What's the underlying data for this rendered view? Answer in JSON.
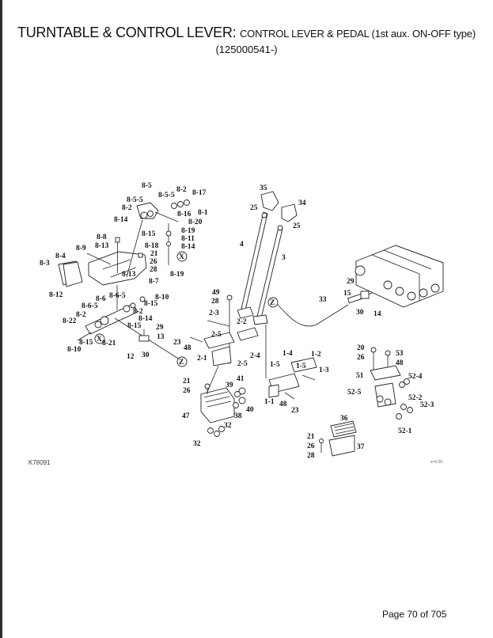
{
  "header": {
    "title_main": "TURNTABLE & CONTROL LEVER: ",
    "title_sub": "CONTROL LEVER & PEDAL (1st aux. ON-OFF type)",
    "serial_range": "(125000541-)"
  },
  "diagram": {
    "figure_code": "K78091",
    "scale_note": "s=1/10",
    "callouts": {
      "x_marker": "X",
      "z_marker": "Z"
    },
    "labels": [
      {
        "id": "8-5",
        "text": "8-5"
      },
      {
        "id": "8-5-5a",
        "text": "8-5-5"
      },
      {
        "id": "8-2a",
        "text": "8-2"
      },
      {
        "id": "8-17",
        "text": "8-17"
      },
      {
        "id": "8-5-5b",
        "text": "8-5-5"
      },
      {
        "id": "8-2b",
        "text": "8-2"
      },
      {
        "id": "8-1",
        "text": "8-1"
      },
      {
        "id": "8-16",
        "text": "8-16"
      },
      {
        "id": "8-14a",
        "text": "8-14"
      },
      {
        "id": "8-20",
        "text": "8-20"
      },
      {
        "id": "8-15a",
        "text": "8-15"
      },
      {
        "id": "8-19a",
        "text": "8-19"
      },
      {
        "id": "8-11",
        "text": "8-11"
      },
      {
        "id": "8-8",
        "text": "8-8"
      },
      {
        "id": "8-18",
        "text": "8-18"
      },
      {
        "id": "8-14b",
        "text": "8-14"
      },
      {
        "id": "8-13a",
        "text": "8-13"
      },
      {
        "id": "8-9",
        "text": "8-9"
      },
      {
        "id": "8-4",
        "text": "8-4"
      },
      {
        "id": "21a",
        "text": "21"
      },
      {
        "id": "26a",
        "text": "26"
      },
      {
        "id": "8-3",
        "text": "8-3"
      },
      {
        "id": "28a",
        "text": "28"
      },
      {
        "id": "8-13b",
        "text": "8-13"
      },
      {
        "id": "8-19b",
        "text": "8-19"
      },
      {
        "id": "8-7",
        "text": "8-7"
      },
      {
        "id": "8-12",
        "text": "8-12"
      },
      {
        "id": "8-6-5a",
        "text": "8-6-5"
      },
      {
        "id": "8-6",
        "text": "8-6"
      },
      {
        "id": "8-10a",
        "text": "8-10"
      },
      {
        "id": "8-6-5b",
        "text": "8-6-5"
      },
      {
        "id": "8-15b",
        "text": "8-15"
      },
      {
        "id": "8-2c",
        "text": "8-2"
      },
      {
        "id": "8-22",
        "text": "8-22"
      },
      {
        "id": "8-2d",
        "text": "8-2"
      },
      {
        "id": "8-14c",
        "text": "8-14"
      },
      {
        "id": "8-15c",
        "text": "8-15"
      },
      {
        "id": "29a",
        "text": "29"
      },
      {
        "id": "13",
        "text": "13"
      },
      {
        "id": "8-15d",
        "text": "8-15"
      },
      {
        "id": "8-21",
        "text": "8-21"
      },
      {
        "id": "8-10b",
        "text": "8-10"
      },
      {
        "id": "12",
        "text": "12"
      },
      {
        "id": "30a",
        "text": "30"
      },
      {
        "id": "35",
        "text": "35"
      },
      {
        "id": "34",
        "text": "34"
      },
      {
        "id": "25a",
        "text": "25"
      },
      {
        "id": "25b",
        "text": "25"
      },
      {
        "id": "4",
        "text": "4"
      },
      {
        "id": "3",
        "text": "3"
      },
      {
        "id": "29b",
        "text": "29"
      },
      {
        "id": "15",
        "text": "15"
      },
      {
        "id": "33",
        "text": "33"
      },
      {
        "id": "30b",
        "text": "30"
      },
      {
        "id": "14",
        "text": "14"
      },
      {
        "id": "49",
        "text": "49"
      },
      {
        "id": "28b",
        "text": "28"
      },
      {
        "id": "2-3",
        "text": "2-3"
      },
      {
        "id": "2-2",
        "text": "2-2"
      },
      {
        "id": "2-5a",
        "text": "2-5"
      },
      {
        "id": "23a",
        "text": "23"
      },
      {
        "id": "48a",
        "text": "48"
      },
      {
        "id": "2-4",
        "text": "2-4"
      },
      {
        "id": "2-1",
        "text": "2-1"
      },
      {
        "id": "2-5b",
        "text": "2-5"
      },
      {
        "id": "1-4",
        "text": "1-4"
      },
      {
        "id": "1-2",
        "text": "1-2"
      },
      {
        "id": "1-5a",
        "text": "1-5"
      },
      {
        "id": "1-3",
        "text": "1-3"
      },
      {
        "id": "1-5b",
        "text": "1-5"
      },
      {
        "id": "1-1",
        "text": "1-1"
      },
      {
        "id": "48b",
        "text": "48"
      },
      {
        "id": "23b",
        "text": "23"
      },
      {
        "id": "21b",
        "text": "21"
      },
      {
        "id": "26b",
        "text": "26"
      },
      {
        "id": "41",
        "text": "41"
      },
      {
        "id": "39",
        "text": "39"
      },
      {
        "id": "40",
        "text": "40"
      },
      {
        "id": "47",
        "text": "47"
      },
      {
        "id": "38",
        "text": "38"
      },
      {
        "id": "32a",
        "text": "32"
      },
      {
        "id": "32b",
        "text": "32"
      },
      {
        "id": "20",
        "text": "20"
      },
      {
        "id": "53",
        "text": "53"
      },
      {
        "id": "26c",
        "text": "26"
      },
      {
        "id": "48c",
        "text": "48"
      },
      {
        "id": "51",
        "text": "51"
      },
      {
        "id": "52-4",
        "text": "52-4"
      },
      {
        "id": "52-5",
        "text": "52-5"
      },
      {
        "id": "52-2",
        "text": "52-2"
      },
      {
        "id": "52-3",
        "text": "52-3"
      },
      {
        "id": "52-1",
        "text": "52-1"
      },
      {
        "id": "36",
        "text": "36"
      },
      {
        "id": "21c",
        "text": "21"
      },
      {
        "id": "26d",
        "text": "26"
      },
      {
        "id": "37",
        "text": "37"
      },
      {
        "id": "28c",
        "text": "28"
      }
    ]
  },
  "footer": {
    "page_label": "Page 70 of 705"
  }
}
